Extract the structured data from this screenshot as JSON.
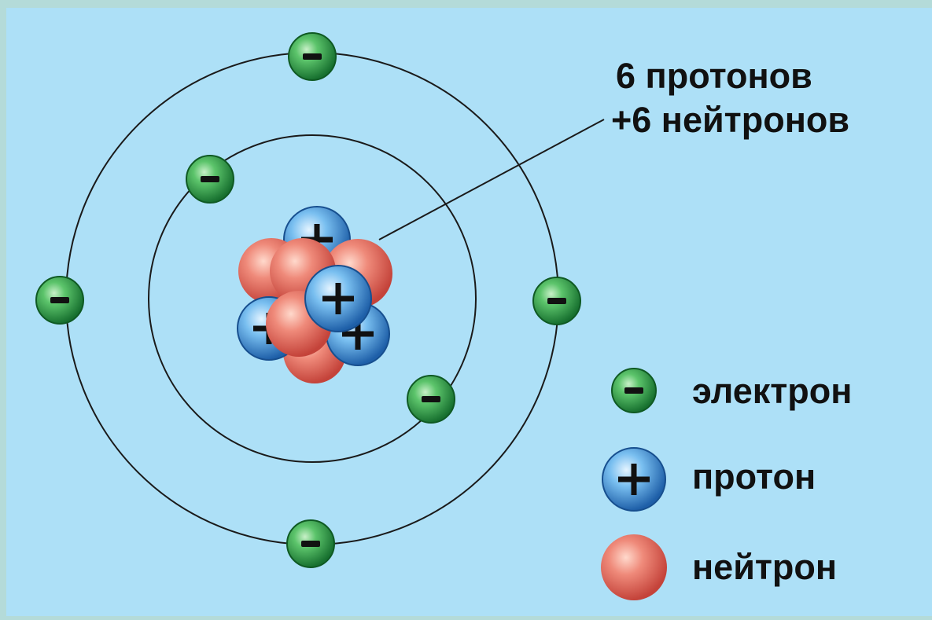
{
  "nucleus_label": {
    "line1": "6 протонов",
    "line2": "+6 нейтронов"
  },
  "legend": [
    {
      "icon": "electron-icon",
      "label": "электрон"
    },
    {
      "icon": "proton-icon",
      "label": "протон"
    },
    {
      "icon": "neutron-icon",
      "label": "нейтрон"
    }
  ],
  "colors": {
    "background": "#ade0f7",
    "frame": "#b4dbd9",
    "electron": "#2fa14a",
    "proton": "#3a8fd6",
    "neutron": "#e2685c",
    "orbit": "#1a1a1a"
  }
}
